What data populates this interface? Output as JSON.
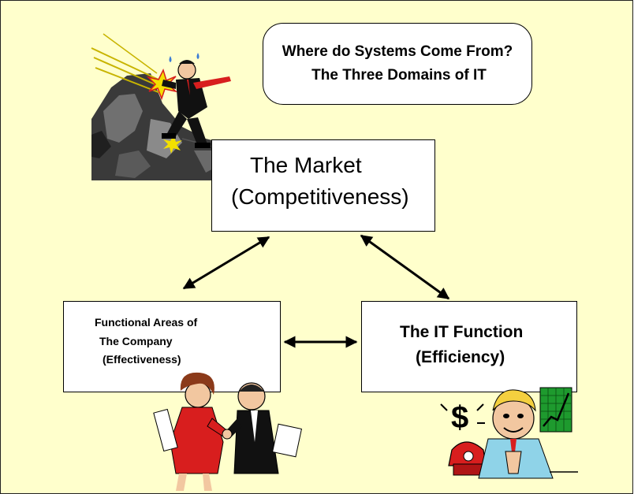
{
  "title": {
    "line1": "Where do Systems Come From?",
    "line2": "The Three Domains of IT"
  },
  "nodes": {
    "market": {
      "line1": "The Market",
      "line2": "(Competitiveness)"
    },
    "functional": {
      "line1": "Functional Areas of",
      "line2": "The Company",
      "line3": "(Effectiveness)"
    },
    "it": {
      "line1": "The IT Function",
      "line2": "(Efficiency)"
    }
  },
  "edges": [
    {
      "from": "market",
      "to": "functional",
      "style": "double-arrow"
    },
    {
      "from": "market",
      "to": "it",
      "style": "double-arrow"
    },
    {
      "from": "functional",
      "to": "it",
      "style": "double-arrow"
    }
  ],
  "clipart": {
    "top_left": "mountain-climber-clipart",
    "bottom_left": "handshake-clipart",
    "bottom_right": "businessman-phone-chart-clipart"
  },
  "colors": {
    "background": "#FFFFCC",
    "box_fill": "#FFFFFF",
    "stroke": "#000000",
    "accent_red": "#D81E1E",
    "accent_green": "#1E9A2E",
    "accent_yellow": "#F4D03F"
  }
}
